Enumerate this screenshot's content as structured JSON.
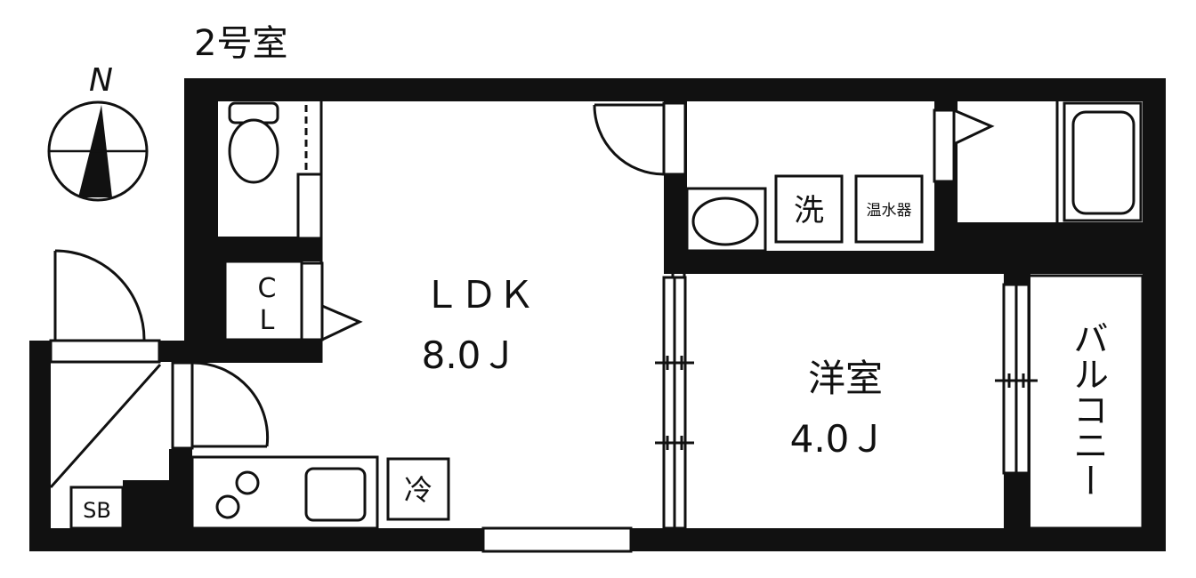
{
  "unit_title": "2号室",
  "compass": {
    "north_label": "N"
  },
  "rooms": {
    "ldk": {
      "name": "ＬＤＫ",
      "size": "8.0Ｊ"
    },
    "western": {
      "name": "洋室",
      "size": "4.0Ｊ"
    },
    "balcony": {
      "name": "バルコニー"
    },
    "closet": {
      "line1": "C",
      "line2": "L"
    }
  },
  "fixtures": {
    "washer": "洗",
    "water_heater": "温水器",
    "fridge": "冷",
    "shoe_box": "SB"
  },
  "colors": {
    "wall": "#111111",
    "background": "#ffffff"
  }
}
